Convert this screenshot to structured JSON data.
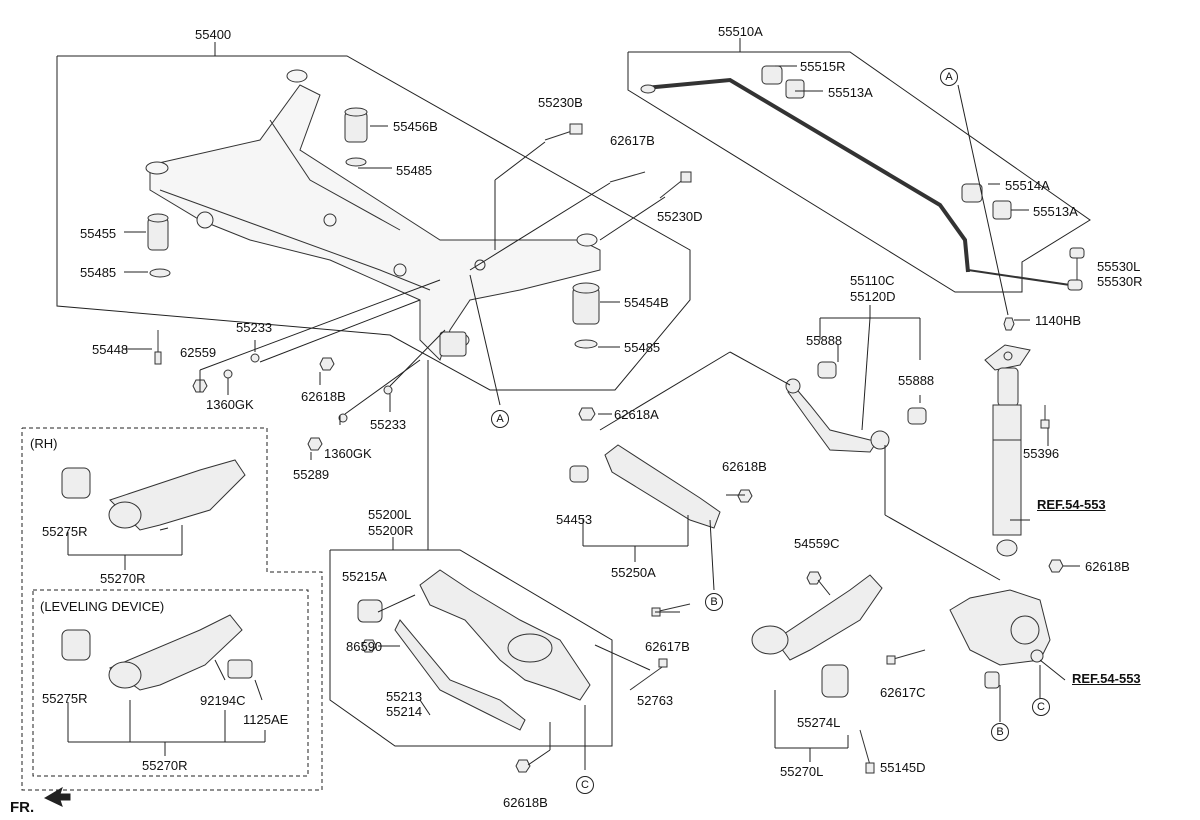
{
  "labels": {
    "l55400": "55400",
    "l55510A": "55510A",
    "l55515R": "55515R",
    "l55513A_1": "55513A",
    "l55230B": "55230B",
    "l55456B": "55456B",
    "l62617B_1": "62617B",
    "l55485_1": "55485",
    "l55230D": "55230D",
    "l55455": "55455",
    "l55485_2": "55485",
    "l55514A": "55514A",
    "l55513A_2": "55513A",
    "l55530L": "55530L",
    "l55530R": "55530R",
    "l55110C": "55110C",
    "l55120D": "55120D",
    "l55454B": "55454B",
    "l55233_1": "55233",
    "l55485_3": "55485",
    "l1140HB": "1140HB",
    "l55448": "55448",
    "l62559": "62559",
    "l55888_1": "55888",
    "l55888_2": "55888",
    "l1360GK_1": "1360GK",
    "l62618B_1": "62618B",
    "l62618A": "62618A",
    "l55233_2": "55233",
    "l1360GK_2": "1360GK",
    "l55289": "55289",
    "l55396": "55396",
    "lRH": "(RH)",
    "l62618B_2": "62618B",
    "l54453": "54453",
    "l55275R_1": "55275R",
    "l55270R_1": "55270R",
    "l55250A": "55250A",
    "l55200L": "55200L",
    "l55200R": "55200R",
    "lREF1": "REF.54-553",
    "l54559C": "54559C",
    "l62618B_3": "62618B",
    "l55215A": "55215A",
    "lLEVEL": "(LEVELING DEVICE)",
    "l62617B_2": "62617B",
    "l86590": "86590",
    "l52763": "52763",
    "l62617C": "62617C",
    "lREF2": "REF.54-553",
    "l55213": "55213",
    "l55214": "55214",
    "l55275R_2": "55275R",
    "l92194C": "92194C",
    "l1125AE": "1125AE",
    "l55274L": "55274L",
    "l55270R_2": "55270R",
    "l55270L": "55270L",
    "l55145D": "55145D",
    "l62618B_4": "62618B",
    "lFR": "FR."
  },
  "markers": {
    "A": "A",
    "B": "B",
    "C": "C"
  }
}
